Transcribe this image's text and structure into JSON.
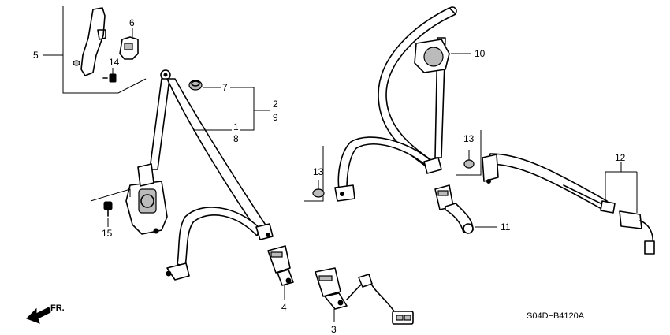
{
  "callouts": {
    "c1": "1",
    "c2": "2",
    "c3": "3",
    "c4": "4",
    "c5": "5",
    "c6": "6",
    "c7": "7",
    "c8": "8",
    "c9": "9",
    "c10": "10",
    "c11": "11",
    "c12": "12",
    "c13a": "13",
    "c13b": "13",
    "c14": "14",
    "c15": "15"
  },
  "diagram_code": "S04D−B4120A",
  "direction_label": "FR."
}
